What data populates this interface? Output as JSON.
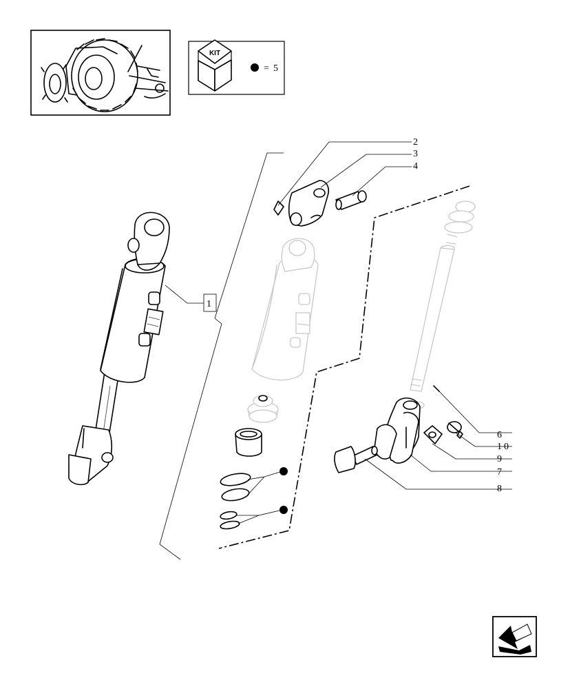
{
  "kit_legend": {
    "kit_text": "KIT",
    "equals": "=",
    "kit_number": "5"
  },
  "callouts": {
    "c1": "1",
    "c2": "2",
    "c3": "3",
    "c4": "4",
    "c6": "6",
    "c7": "7",
    "c8": "8",
    "c9": "9",
    "c10": "10"
  },
  "icons": {
    "thumbnail": "tractor-thumbnail-icon",
    "kit": "kit-box-icon",
    "nav": "previous-page-arrow-icon"
  },
  "colors": {
    "line": "#000000",
    "ghost": "#c8c8c8",
    "background": "#ffffff"
  }
}
